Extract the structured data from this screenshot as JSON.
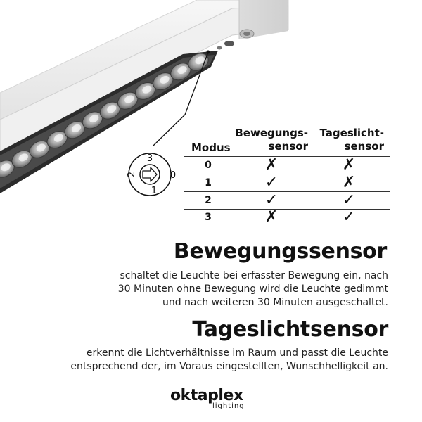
{
  "dial": {
    "labels": [
      "3",
      "2",
      "0",
      "1"
    ]
  },
  "table": {
    "header_modus": "Modus",
    "header_bewegung_line1": "Bewegungs-",
    "header_bewegung_line2": "sensor",
    "header_tageslicht_line1": "Tageslicht-",
    "header_tageslicht_line2": "sensor",
    "rows": [
      {
        "mode": "0",
        "bewegung": "✗",
        "tageslicht": "✗"
      },
      {
        "mode": "1",
        "bewegung": "✓",
        "tageslicht": "✗"
      },
      {
        "mode": "2",
        "bewegung": "✓",
        "tageslicht": "✓"
      },
      {
        "mode": "3",
        "bewegung": "✗",
        "tageslicht": "✓"
      }
    ]
  },
  "sections": {
    "bewegung": {
      "title": "Bewegungssensor",
      "line1": "schaltet die Leuchte bei erfasster Bewegung ein, nach",
      "line2": "30 Minuten ohne Bewegung wird die Leuchte gedimmt",
      "line3": "und nach weiteren 30 Minuten ausgeschaltet."
    },
    "tageslicht": {
      "title": "Tageslichtsensor",
      "line1": "erkennt die Lichtverhältnisse im Raum und passt die Leuchte",
      "line2": "entsprechend der, im Voraus eingestellten, Wunschhelligkeit an."
    }
  },
  "brand": {
    "name": "oktaplex",
    "sub": "lighting"
  },
  "icons": [
    "luminaire-illustration",
    "mode-dial-icon",
    "cross-icon",
    "check-icon"
  ],
  "colors": {
    "text": "#111111",
    "housing": "#f2f2f2",
    "reflector": "#8c8c8c"
  }
}
